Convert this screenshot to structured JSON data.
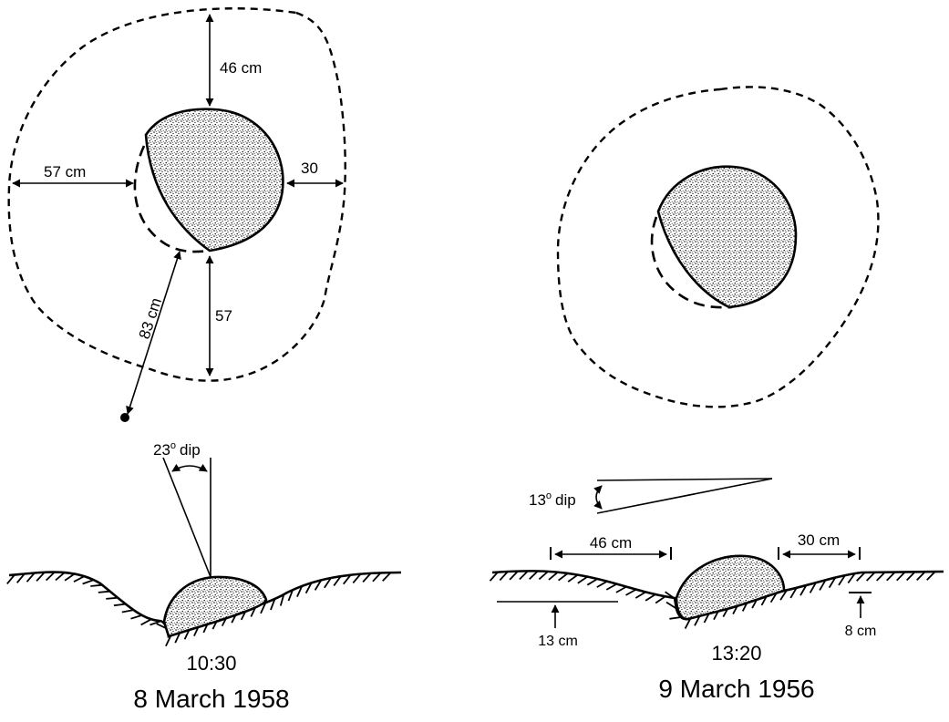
{
  "left_panel": {
    "plan_labels": {
      "top": "46 cm",
      "left": "57 cm",
      "right": "30",
      "bottom": "57",
      "diagonal": "83 cm"
    },
    "section": {
      "dip_value": "23",
      "dip_degree": "o",
      "dip_word": "dip",
      "time": "10:30",
      "date": "8 March 1958"
    }
  },
  "right_panel": {
    "section": {
      "dip_value": "13",
      "dip_degree": "o",
      "dip_word": "dip",
      "width_left": "46 cm",
      "width_right": "30 cm",
      "depth_left": "13 cm",
      "depth_right": "8 cm",
      "time": "13:20",
      "date": "9 March 1956"
    }
  }
}
